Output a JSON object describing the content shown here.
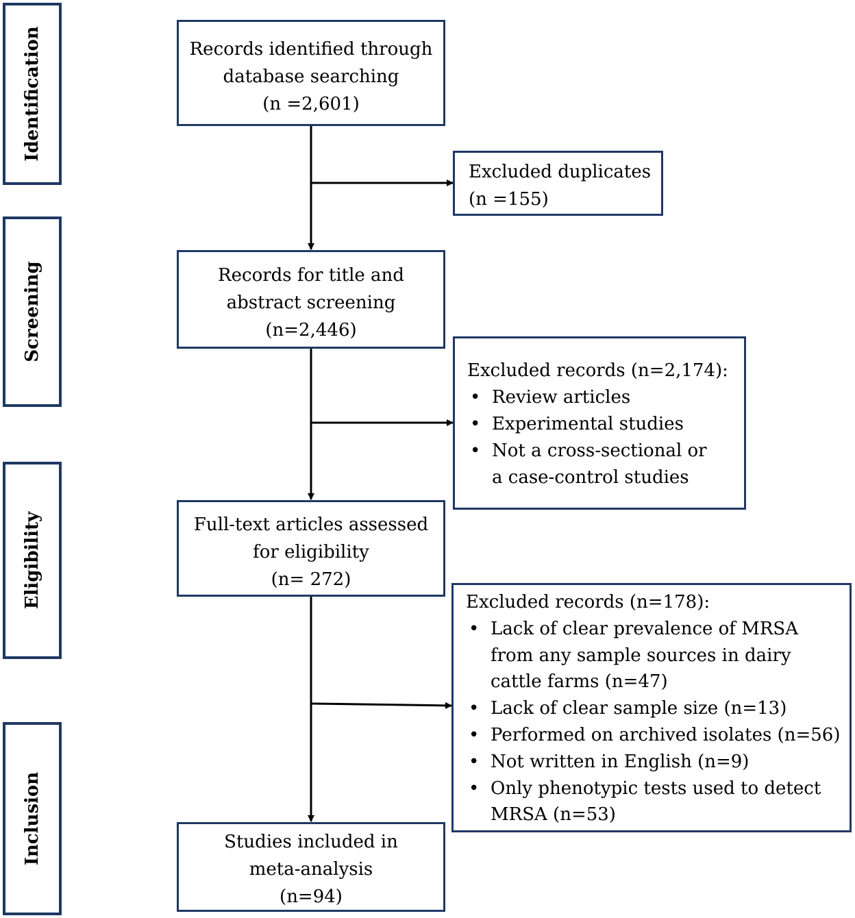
{
  "stages": {
    "identification": "Identification",
    "screening": "Screening",
    "eligibility": "Eligibility",
    "inclusion": "Inclusion"
  },
  "boxes": {
    "identified": {
      "line1": "Records identified through",
      "line2": "database searching",
      "line3": "(n =2,601)"
    },
    "duplicates": {
      "line1": "Excluded duplicates",
      "line2": "(n =155)"
    },
    "screening": {
      "line1": "Records for title and",
      "line2": "abstract screening",
      "line3": "(n=2,446)"
    },
    "excluded_screening": {
      "header": "Excluded records (n=2,174):",
      "items": [
        "Review articles",
        "Experimental studies",
        "Not a cross-sectional or",
        "a case-control studies"
      ]
    },
    "fulltext": {
      "line1": "Full-text articles assessed",
      "line2": "for eligibility",
      "line3": "(n= 272)"
    },
    "excluded_eligibility": {
      "header": "Excluded records (n=178):",
      "items": [
        "Lack of clear prevalence of MRSA",
        "from any sample sources in dairy",
        "cattle farms (n=47)",
        "Lack of clear sample size (n=13)",
        "Performed on archived isolates (n=56)",
        "Not written in English (n=9)",
        "Only phenotypic tests used to detect",
        "MRSA (n=53)"
      ]
    },
    "included": {
      "line1": "Studies included in",
      "line2": "meta-analysis",
      "line3": "(n=94)"
    }
  },
  "bullet_glyph": "•",
  "colors": {
    "box_border": "#1f3864",
    "arrow": "#000000"
  }
}
